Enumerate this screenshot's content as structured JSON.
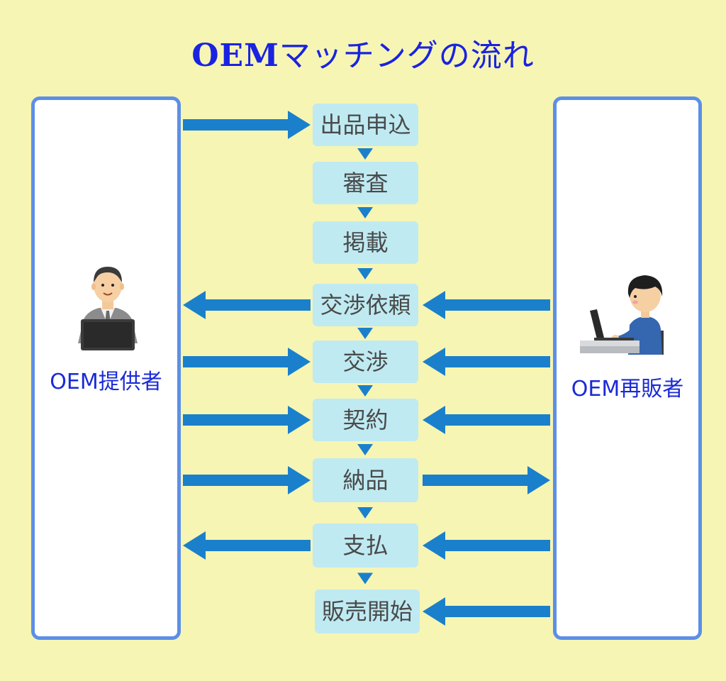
{
  "title": {
    "prefix": "OEM",
    "rest": "マッチングの流れ"
  },
  "actors": {
    "provider": {
      "label": "OEM提供者",
      "icon": "businessman-at-computer-icon"
    },
    "reseller": {
      "label": "OEM再販者",
      "icon": "person-typing-laptop-icon"
    }
  },
  "steps": [
    {
      "label": "出品申込",
      "provider": "to-step",
      "reseller": "none"
    },
    {
      "label": "審査",
      "provider": "none",
      "reseller": "none"
    },
    {
      "label": "掲載",
      "provider": "none",
      "reseller": "none"
    },
    {
      "label": "交渉依頼",
      "provider": "to-actor",
      "reseller": "to-step"
    },
    {
      "label": "交渉",
      "provider": "to-step",
      "reseller": "to-step"
    },
    {
      "label": "契約",
      "provider": "to-step",
      "reseller": "to-step"
    },
    {
      "label": "納品",
      "provider": "to-step",
      "reseller": "to-actor"
    },
    {
      "label": "支払",
      "provider": "to-actor",
      "reseller": "to-step"
    },
    {
      "label": "販売開始",
      "provider": "none",
      "reseller": "to-step"
    }
  ],
  "colors": {
    "background": "#f7f5b3",
    "title": "#1a23e0",
    "panel_border": "#5b8fe8",
    "step_fill": "#bfeaf2",
    "arrow": "#1a80cc",
    "actor_label": "#1a2ad8"
  }
}
